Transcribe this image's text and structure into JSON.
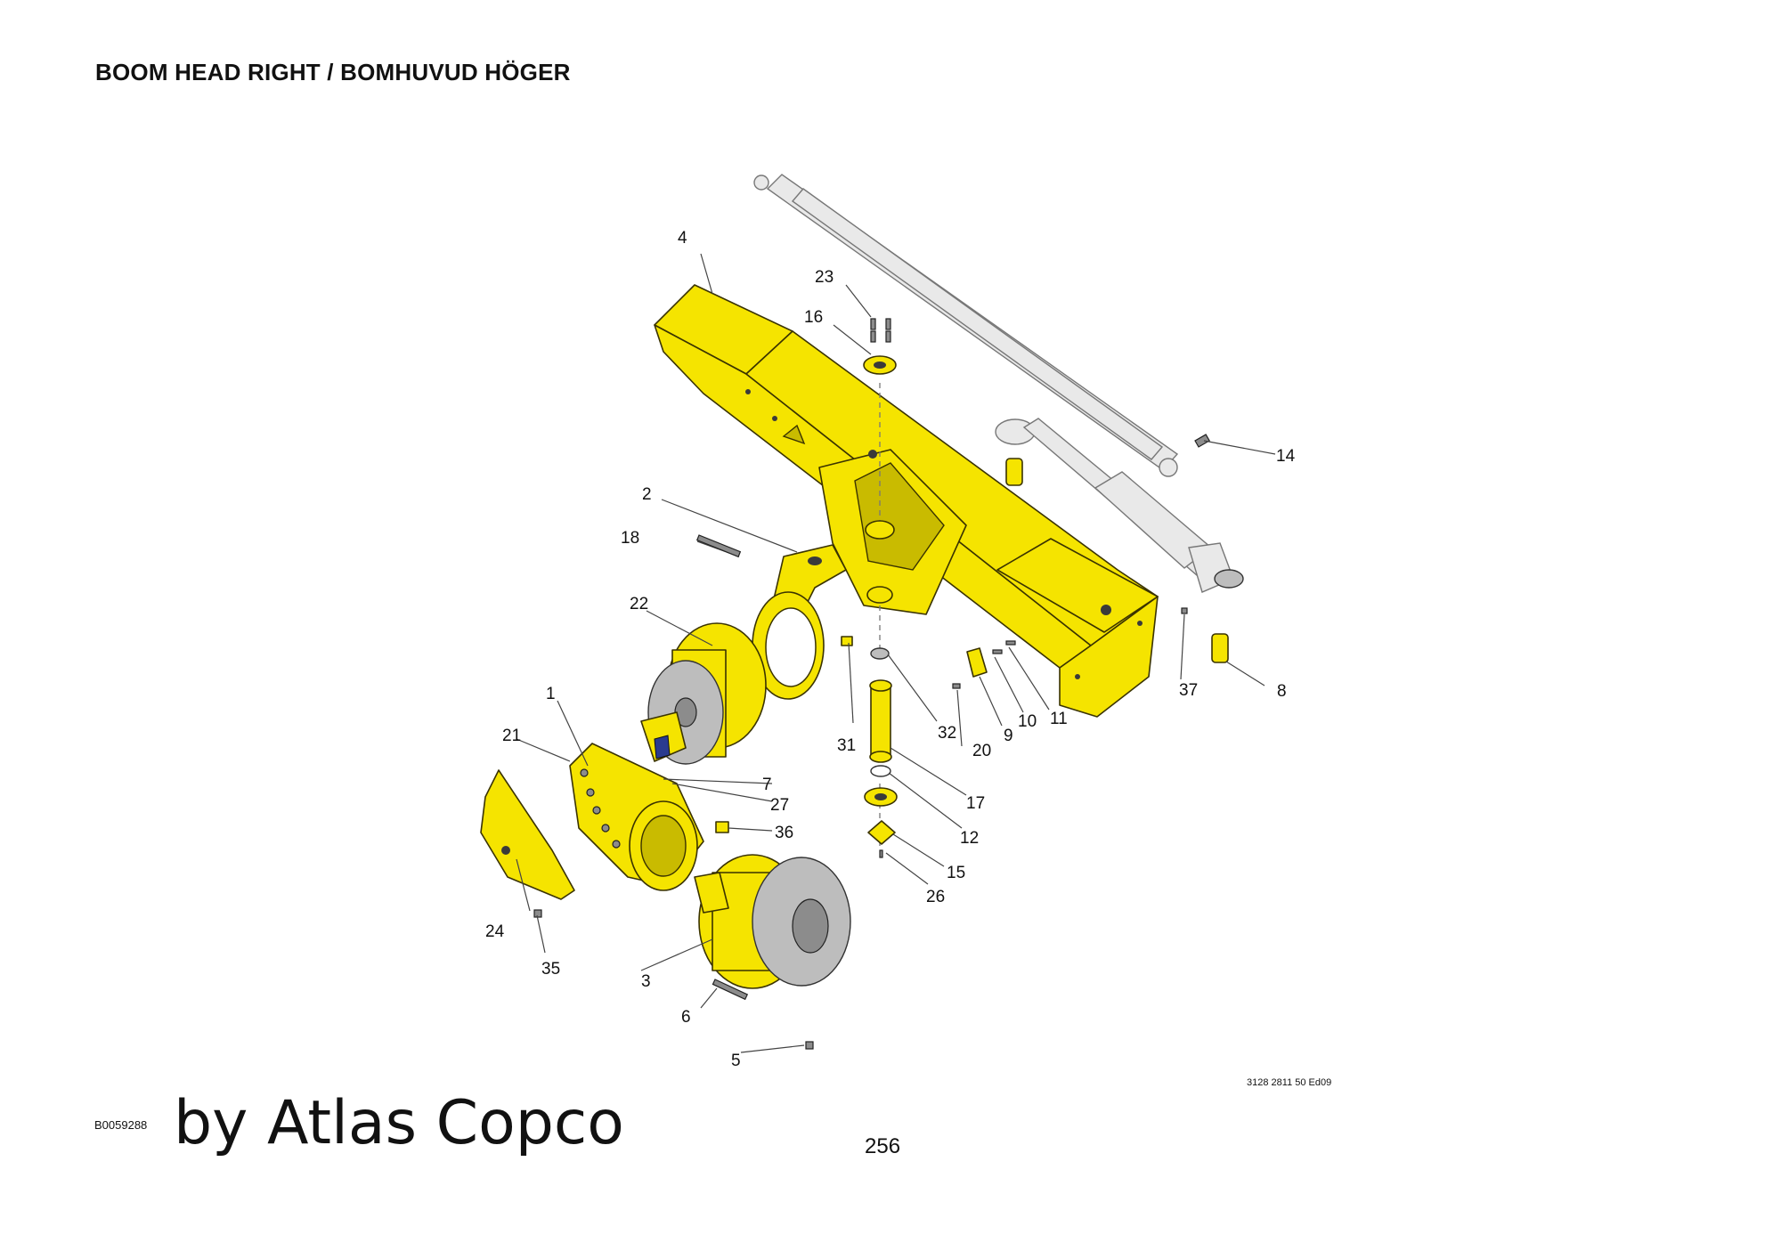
{
  "title": "BOOM HEAD RIGHT / BOMHUVUD HÖGER",
  "doc_code": "3128 2811 50 Ed09",
  "image_code": "B0059288",
  "watermark": "by Atlas Copco",
  "page_number": "256",
  "callouts": [
    "1",
    "2",
    "3",
    "4",
    "5",
    "6",
    "7",
    "8",
    "9",
    "10",
    "11",
    "12",
    "14",
    "15",
    "16",
    "17",
    "18",
    "20",
    "21",
    "22",
    "23",
    "24",
    "26",
    "27",
    "31",
    "32",
    "35",
    "36",
    "37"
  ],
  "colors": {
    "part_fill": "#f5e400",
    "cylinder_fill": "#e9e9e9",
    "metal": "#8c8c8c"
  }
}
